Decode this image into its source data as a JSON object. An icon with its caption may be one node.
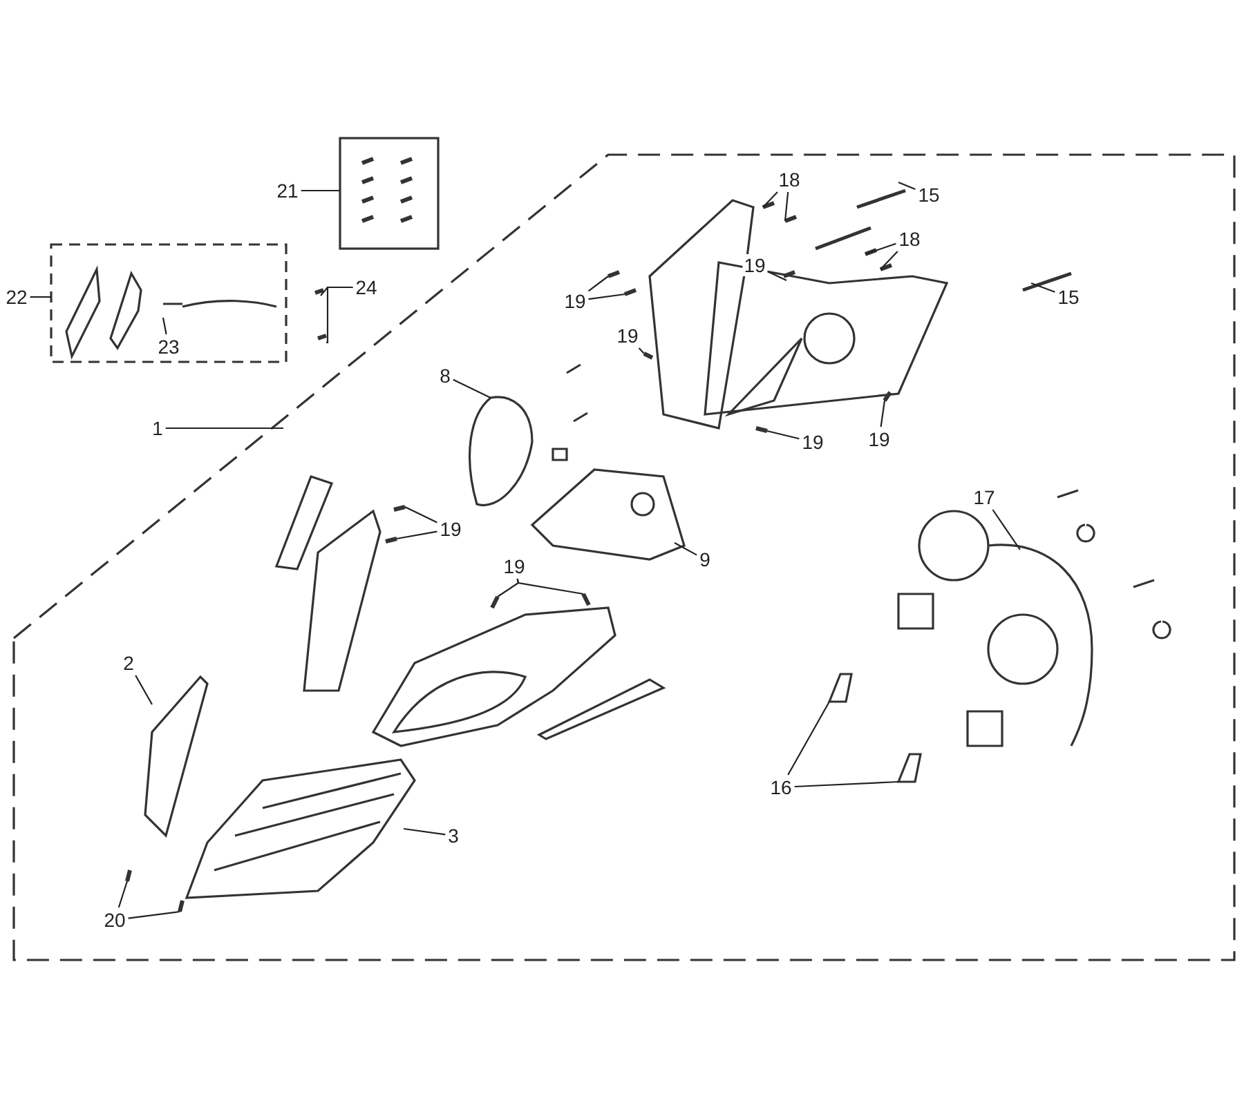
{
  "diagram": {
    "nodes": [
      {
        "text": [
          "21"
        ]
      },
      {
        "text": [
          "18"
        ]
      },
      {
        "text": [
          "15"
        ]
      },
      {
        "text": [
          "22"
        ]
      },
      {
        "text": [
          "24"
        ]
      },
      {
        "text": [
          "19"
        ]
      },
      {
        "text": [
          "19"
        ]
      },
      {
        "text": [
          "18"
        ]
      },
      {
        "text": [
          "15"
        ]
      },
      {
        "text": [
          "23"
        ]
      },
      {
        "text": [
          "19"
        ]
      },
      {
        "text": [
          "8"
        ]
      },
      {
        "text": [
          "1"
        ]
      },
      {
        "text": [
          "19"
        ]
      },
      {
        "text": [
          "19"
        ]
      },
      {
        "text": [
          "17"
        ]
      },
      {
        "text": [
          "19"
        ]
      },
      {
        "text": [
          "9"
        ]
      },
      {
        "text": [
          "19"
        ]
      },
      {
        "text": [
          "2"
        ]
      },
      {
        "text": [
          "16"
        ]
      },
      {
        "text": [
          "3"
        ]
      },
      {
        "text": [
          "20"
        ]
      }
    ],
    "edges": [
      {
        "from": 0,
        "to": null,
        "arrow": "none"
      },
      {
        "from": 1,
        "to": null,
        "arrow": "none"
      },
      {
        "from": 1,
        "to": null,
        "arrow": "none"
      },
      {
        "from": 2,
        "to": null,
        "arrow": "none"
      },
      {
        "from": 3,
        "to": null,
        "arrow": "none"
      },
      {
        "from": 4,
        "to": null,
        "arrow": "none"
      },
      {
        "from": 4,
        "to": null,
        "arrow": "none"
      },
      {
        "from": 5,
        "to": null,
        "arrow": "none"
      },
      {
        "from": 5,
        "to": null,
        "arrow": "none"
      },
      {
        "from": 6,
        "to": null,
        "arrow": "none"
      },
      {
        "from": 7,
        "to": null,
        "arrow": "none"
      },
      {
        "from": 7,
        "to": null,
        "arrow": "none"
      },
      {
        "from": 8,
        "to": null,
        "arrow": "none"
      },
      {
        "from": 9,
        "to": null,
        "arrow": "none"
      },
      {
        "from": 10,
        "to": null,
        "arrow": "none"
      },
      {
        "from": 11,
        "to": null,
        "arrow": "none"
      },
      {
        "from": 12,
        "to": null,
        "arrow": "none"
      },
      {
        "from": 13,
        "to": null,
        "arrow": "none"
      },
      {
        "from": 14,
        "to": null,
        "arrow": "none"
      },
      {
        "from": 15,
        "to": null,
        "arrow": "none"
      },
      {
        "from": 16,
        "to": null,
        "arrow": "none"
      },
      {
        "from": 16,
        "to": null,
        "arrow": "none"
      },
      {
        "from": 17,
        "to": null,
        "arrow": "none"
      },
      {
        "from": 18,
        "to": null,
        "arrow": "none"
      },
      {
        "from": 18,
        "to": null,
        "arrow": "none"
      },
      {
        "from": 19,
        "to": null,
        "arrow": "none"
      },
      {
        "from": 20,
        "to": null,
        "arrow": "none"
      },
      {
        "from": 20,
        "to": null,
        "arrow": "none"
      },
      {
        "from": 21,
        "to": null,
        "arrow": "none"
      },
      {
        "from": 22,
        "to": null,
        "arrow": "none"
      },
      {
        "from": 22,
        "to": null,
        "arrow": "none"
      }
    ]
  }
}
